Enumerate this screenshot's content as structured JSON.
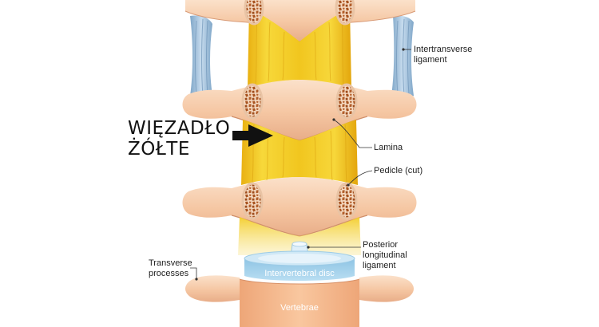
{
  "main_label": {
    "line1": "WIĘZADŁO",
    "line2": "ŻÓŁTE"
  },
  "callouts": {
    "intertransverse_1": "Intertransverse",
    "intertransverse_2": "ligament",
    "lamina": "Lamina",
    "pedicle": "Pedicle (cut)",
    "posterior_1": "Posterior",
    "posterior_2": "longitudinal",
    "posterior_3": "ligament",
    "transverse_1": "Transverse",
    "transverse_2": "processes"
  },
  "structures": {
    "disc": "Intervertebral disc",
    "vertebrae": "Vertebrae"
  },
  "colors": {
    "bone": "#f5c9a6",
    "bone_light": "#fbe0c8",
    "bone_shadow": "#e5a986",
    "ligament_yellow": "#f3cd27",
    "ligament_dark": "#e6a90f",
    "intertransverse_blue": "#9fc0dc",
    "disc_blue": "#a9d4ec",
    "cancellous": "#b05a2a"
  }
}
